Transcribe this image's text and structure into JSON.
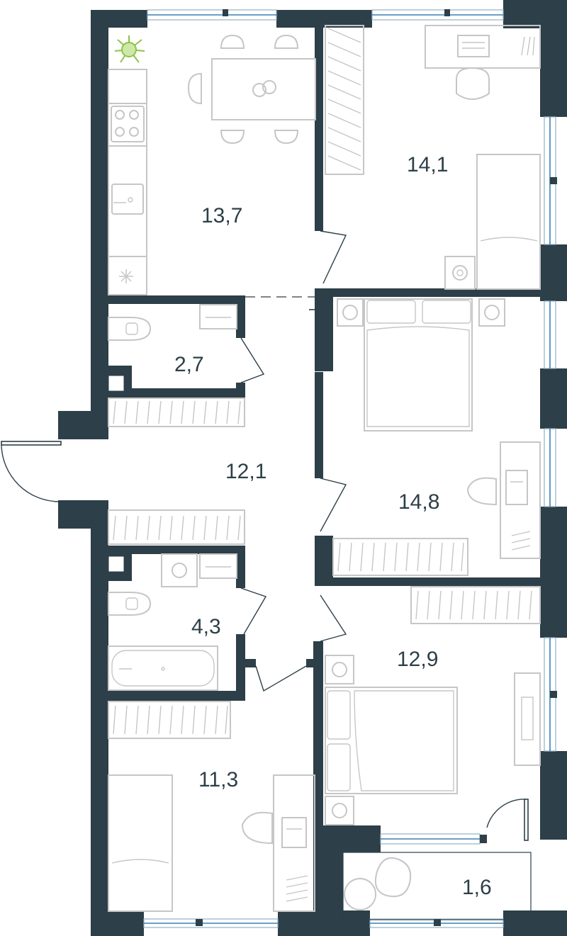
{
  "rooms": [
    {
      "id": "kitchen-dining",
      "area": "13,7"
    },
    {
      "id": "bedroom-top-right",
      "area": "14,1"
    },
    {
      "id": "wc-small",
      "area": "2,7"
    },
    {
      "id": "hallway",
      "area": "12,1"
    },
    {
      "id": "bedroom-master",
      "area": "14,8"
    },
    {
      "id": "bathroom",
      "area": "4,3"
    },
    {
      "id": "bedroom-lower-right",
      "area": "12,9"
    },
    {
      "id": "bedroom-lower-left",
      "area": "11,3"
    },
    {
      "id": "balcony",
      "area": "1,6"
    }
  ],
  "colors": {
    "wall": "#2d3f48",
    "furniture": "#c6c6c6",
    "window": "#3b7fb5",
    "plant": "#8bc34a"
  }
}
